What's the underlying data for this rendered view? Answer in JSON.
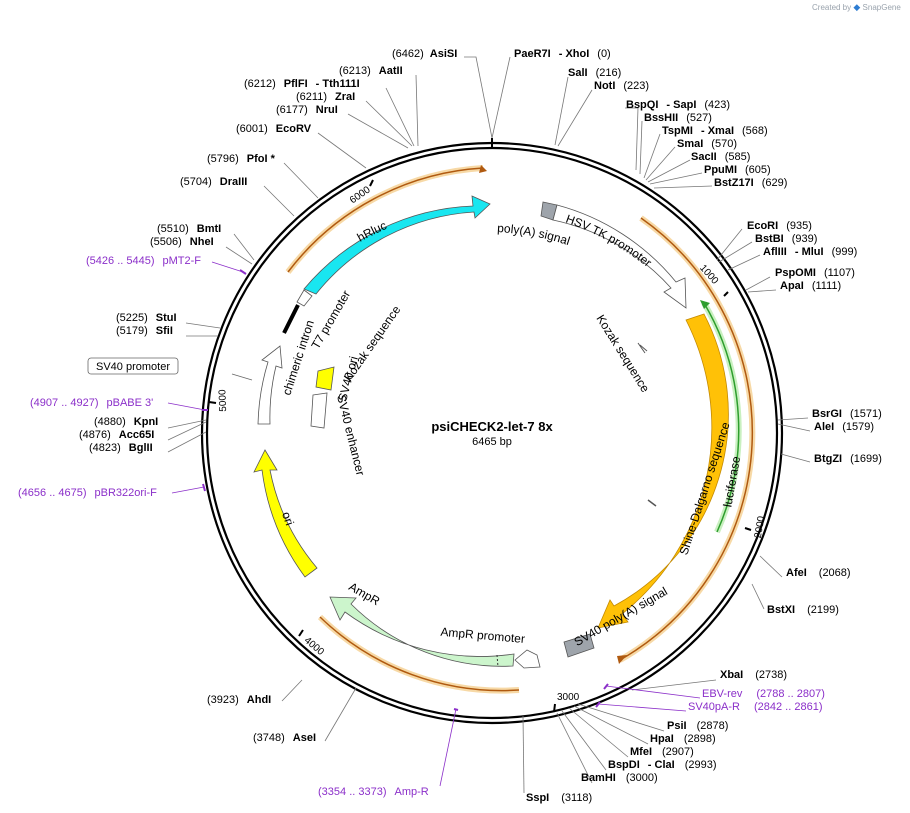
{
  "credit": {
    "text": "Created by",
    "logo": "SnapGene"
  },
  "plasmid": {
    "name": "psiCHECK2-let-7 8x",
    "length_text": "6465 bp"
  },
  "ticks": [
    {
      "label": "1000"
    },
    {
      "label": "2000"
    },
    {
      "label": "3000"
    },
    {
      "label": "4000"
    },
    {
      "label": "5000"
    },
    {
      "label": "6000"
    }
  ],
  "sites": [
    {
      "name": "AsiSI",
      "pos": "(6462)"
    },
    {
      "name": "PaeR7I",
      "extra": "XhoI",
      "pos": "(0)"
    },
    {
      "name": "SalI",
      "pos": "(216)"
    },
    {
      "name": "NotI",
      "pos": "(223)"
    },
    {
      "name": "BspQI",
      "extra": "SapI",
      "pos": "(423)"
    },
    {
      "name": "BssHII",
      "pos": "(527)"
    },
    {
      "name": "TspMI",
      "extra": "XmaI",
      "pos": "(568)"
    },
    {
      "name": "SmaI",
      "pos": "(570)"
    },
    {
      "name": "SacII",
      "pos": "(585)"
    },
    {
      "name": "PpuMI",
      "pos": "(605)"
    },
    {
      "name": "BstZ17I",
      "pos": "(629)"
    },
    {
      "name": "EcoRI",
      "pos": "(935)"
    },
    {
      "name": "BstBI",
      "pos": "(939)"
    },
    {
      "name": "AflIII",
      "extra": "MluI",
      "pos": "(999)"
    },
    {
      "name": "PspOMI",
      "pos": "(1107)"
    },
    {
      "name": "ApaI",
      "pos": "(1111)"
    },
    {
      "name": "BsrGI",
      "pos": "(1571)"
    },
    {
      "name": "AleI",
      "pos": "(1579)"
    },
    {
      "name": "BtgZI",
      "pos": "(1699)"
    },
    {
      "name": "AfeI",
      "pos": "(2068)"
    },
    {
      "name": "BstXI",
      "pos": "(2199)"
    },
    {
      "name": "XbaI",
      "pos": "(2738)"
    },
    {
      "name": "PsiI",
      "pos": "(2878)"
    },
    {
      "name": "HpaI",
      "pos": "(2898)"
    },
    {
      "name": "MfeI",
      "pos": "(2907)"
    },
    {
      "name": "BspDI",
      "extra": "ClaI",
      "pos": "(2993)"
    },
    {
      "name": "BamHI",
      "pos": "(3000)"
    },
    {
      "name": "SspI",
      "pos": "(3118)"
    },
    {
      "name": "AseI",
      "pos": "(3748)"
    },
    {
      "name": "AhdI",
      "pos": "(3923)"
    },
    {
      "name": "BglII",
      "pos": "(4823)"
    },
    {
      "name": "Acc65I",
      "pos": "(4876)"
    },
    {
      "name": "KpnI",
      "pos": "(4880)"
    },
    {
      "name": "SfiI",
      "pos": "(5179)"
    },
    {
      "name": "StuI",
      "pos": "(5225)"
    },
    {
      "name": "NheI",
      "pos": "(5506)"
    },
    {
      "name": "BmtI",
      "pos": "(5510)"
    },
    {
      "name": "DraIII",
      "pos": "(5704)"
    },
    {
      "name": "PfoI *",
      "pos": "(5796)"
    },
    {
      "name": "EcoRV",
      "pos": "(6001)"
    },
    {
      "name": "NruI",
      "pos": "(6177)"
    },
    {
      "name": "ZraI",
      "pos": "(6211)"
    },
    {
      "name": "PflFI",
      "extra": "Tth111I",
      "pos": "(6212)"
    },
    {
      "name": "AatII",
      "pos": "(6213)"
    }
  ],
  "primers": [
    {
      "range": "(5426 .. 5445)",
      "name": "pMT2-F"
    },
    {
      "range": "(4907 .. 4927)",
      "name": "pBABE 3'"
    },
    {
      "range": "(4656 .. 4675)",
      "name": "pBR322ori-F"
    },
    {
      "range": "(2788 .. 2807)",
      "name": "EBV-rev"
    },
    {
      "range": "(2842 .. 2861)",
      "name": "SV40pA-R"
    },
    {
      "range": "(3354 .. 3373)",
      "name": "Amp-R"
    }
  ],
  "features": {
    "hrluc": "hRluc",
    "polyA": "poly(A) signal",
    "hsvtk": "HSV TK promoter",
    "kozak_right": "Kozak sequence",
    "shine": "Shine-Dalgarno sequence",
    "luciferase": "luciferase",
    "sv40polyA": "SV40 poly(A) signal",
    "ampr_promoter": "AmpR promoter",
    "ampr": "AmpR",
    "ori": "ori",
    "sv40_promoter_box": "SV40 promoter",
    "chimeric_intron": "chimeric intron",
    "t7": "T7 promoter",
    "kozak_left": "Kozak sequence",
    "sv40ori": "SV40 ori",
    "sv40enh": "SV40 enhancer"
  },
  "colors": {
    "hrluc": "#19e6f0",
    "luciferase": "#ffc107",
    "ori": "#ffff00",
    "ampr": "#ccf5cc",
    "grey_box": "#9ea4ab",
    "primer": "#8b2fc9",
    "orange_track": "#e8a53c",
    "green_track": "#2e9e2e"
  }
}
